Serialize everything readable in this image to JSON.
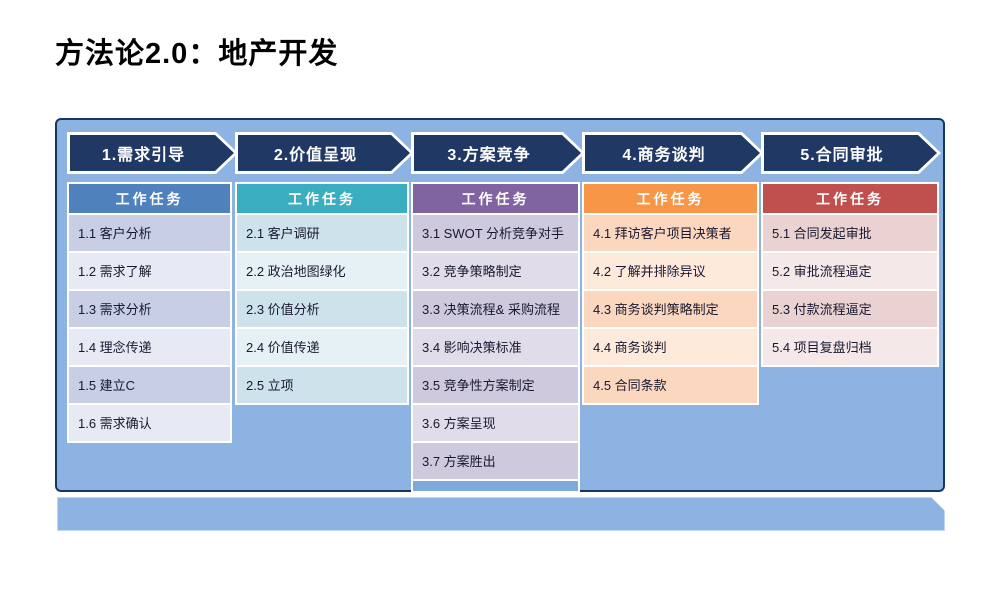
{
  "title": "方法论2.0：地产开发",
  "colors": {
    "panel_bg": "#8db3e2",
    "panel_border": "#17375e",
    "arrow_fill": "#1f3864",
    "arrow_outline": "#ffffff",
    "footer_bar": "#8db3e2",
    "col3_filler": "#7fa9d9"
  },
  "phases": [
    {
      "arrow_label": "1.需求引导",
      "header": "工作任务",
      "header_color": "#4f81bd",
      "row_dark": "#c8cfe4",
      "row_light": "#e7e9f4",
      "tasks": [
        "1.1 客户分析",
        "1.2 需求了解",
        "1.3 需求分析",
        "1.4 理念传递",
        "1.5 建立C",
        "1.6 需求确认"
      ]
    },
    {
      "arrow_label": "2.价值呈现",
      "header": "工作任务",
      "header_color": "#3badc0",
      "row_dark": "#cde2eb",
      "row_light": "#e6f1f5",
      "tasks": [
        "2.1 客户调研",
        "2.2 政治地图绿化",
        "2.3 价值分析",
        "2.4 价值传递",
        "2.5 立项"
      ]
    },
    {
      "arrow_label": "3.方案竞争",
      "header": "工作任务",
      "header_color": "#8064a2",
      "row_dark": "#cfc9dd",
      "row_light": "#e0dcea",
      "tasks": [
        "3.1 SWOT 分析竞争对手",
        "3.2 竞争策略制定",
        "3.3 决策流程& 采购流程",
        "3.4 影响决策标准",
        "3.5 竞争性方案制定",
        "3.6 方案呈现",
        "3.7 方案胜出"
      ]
    },
    {
      "arrow_label": "4.商务谈判",
      "header": "工作任务",
      "header_color": "#f79646",
      "row_dark": "#fbd7bf",
      "row_light": "#fdeadb",
      "tasks": [
        "4.1 拜访客户项目决策者",
        "4.2 了解并排除异议",
        "4.3 商务谈判策略制定",
        "4.4 商务谈判",
        "4.5 合同条款"
      ]
    },
    {
      "arrow_label": "5.合同审批",
      "header": "工作任务",
      "header_color": "#c0504d",
      "row_dark": "#ead2d2",
      "row_light": "#f4e8e8",
      "tasks": [
        "5.1 合同发起审批",
        "5.2 审批流程逼定",
        "5.3 付款流程逼定",
        "5.4 项目复盘归档"
      ]
    }
  ]
}
